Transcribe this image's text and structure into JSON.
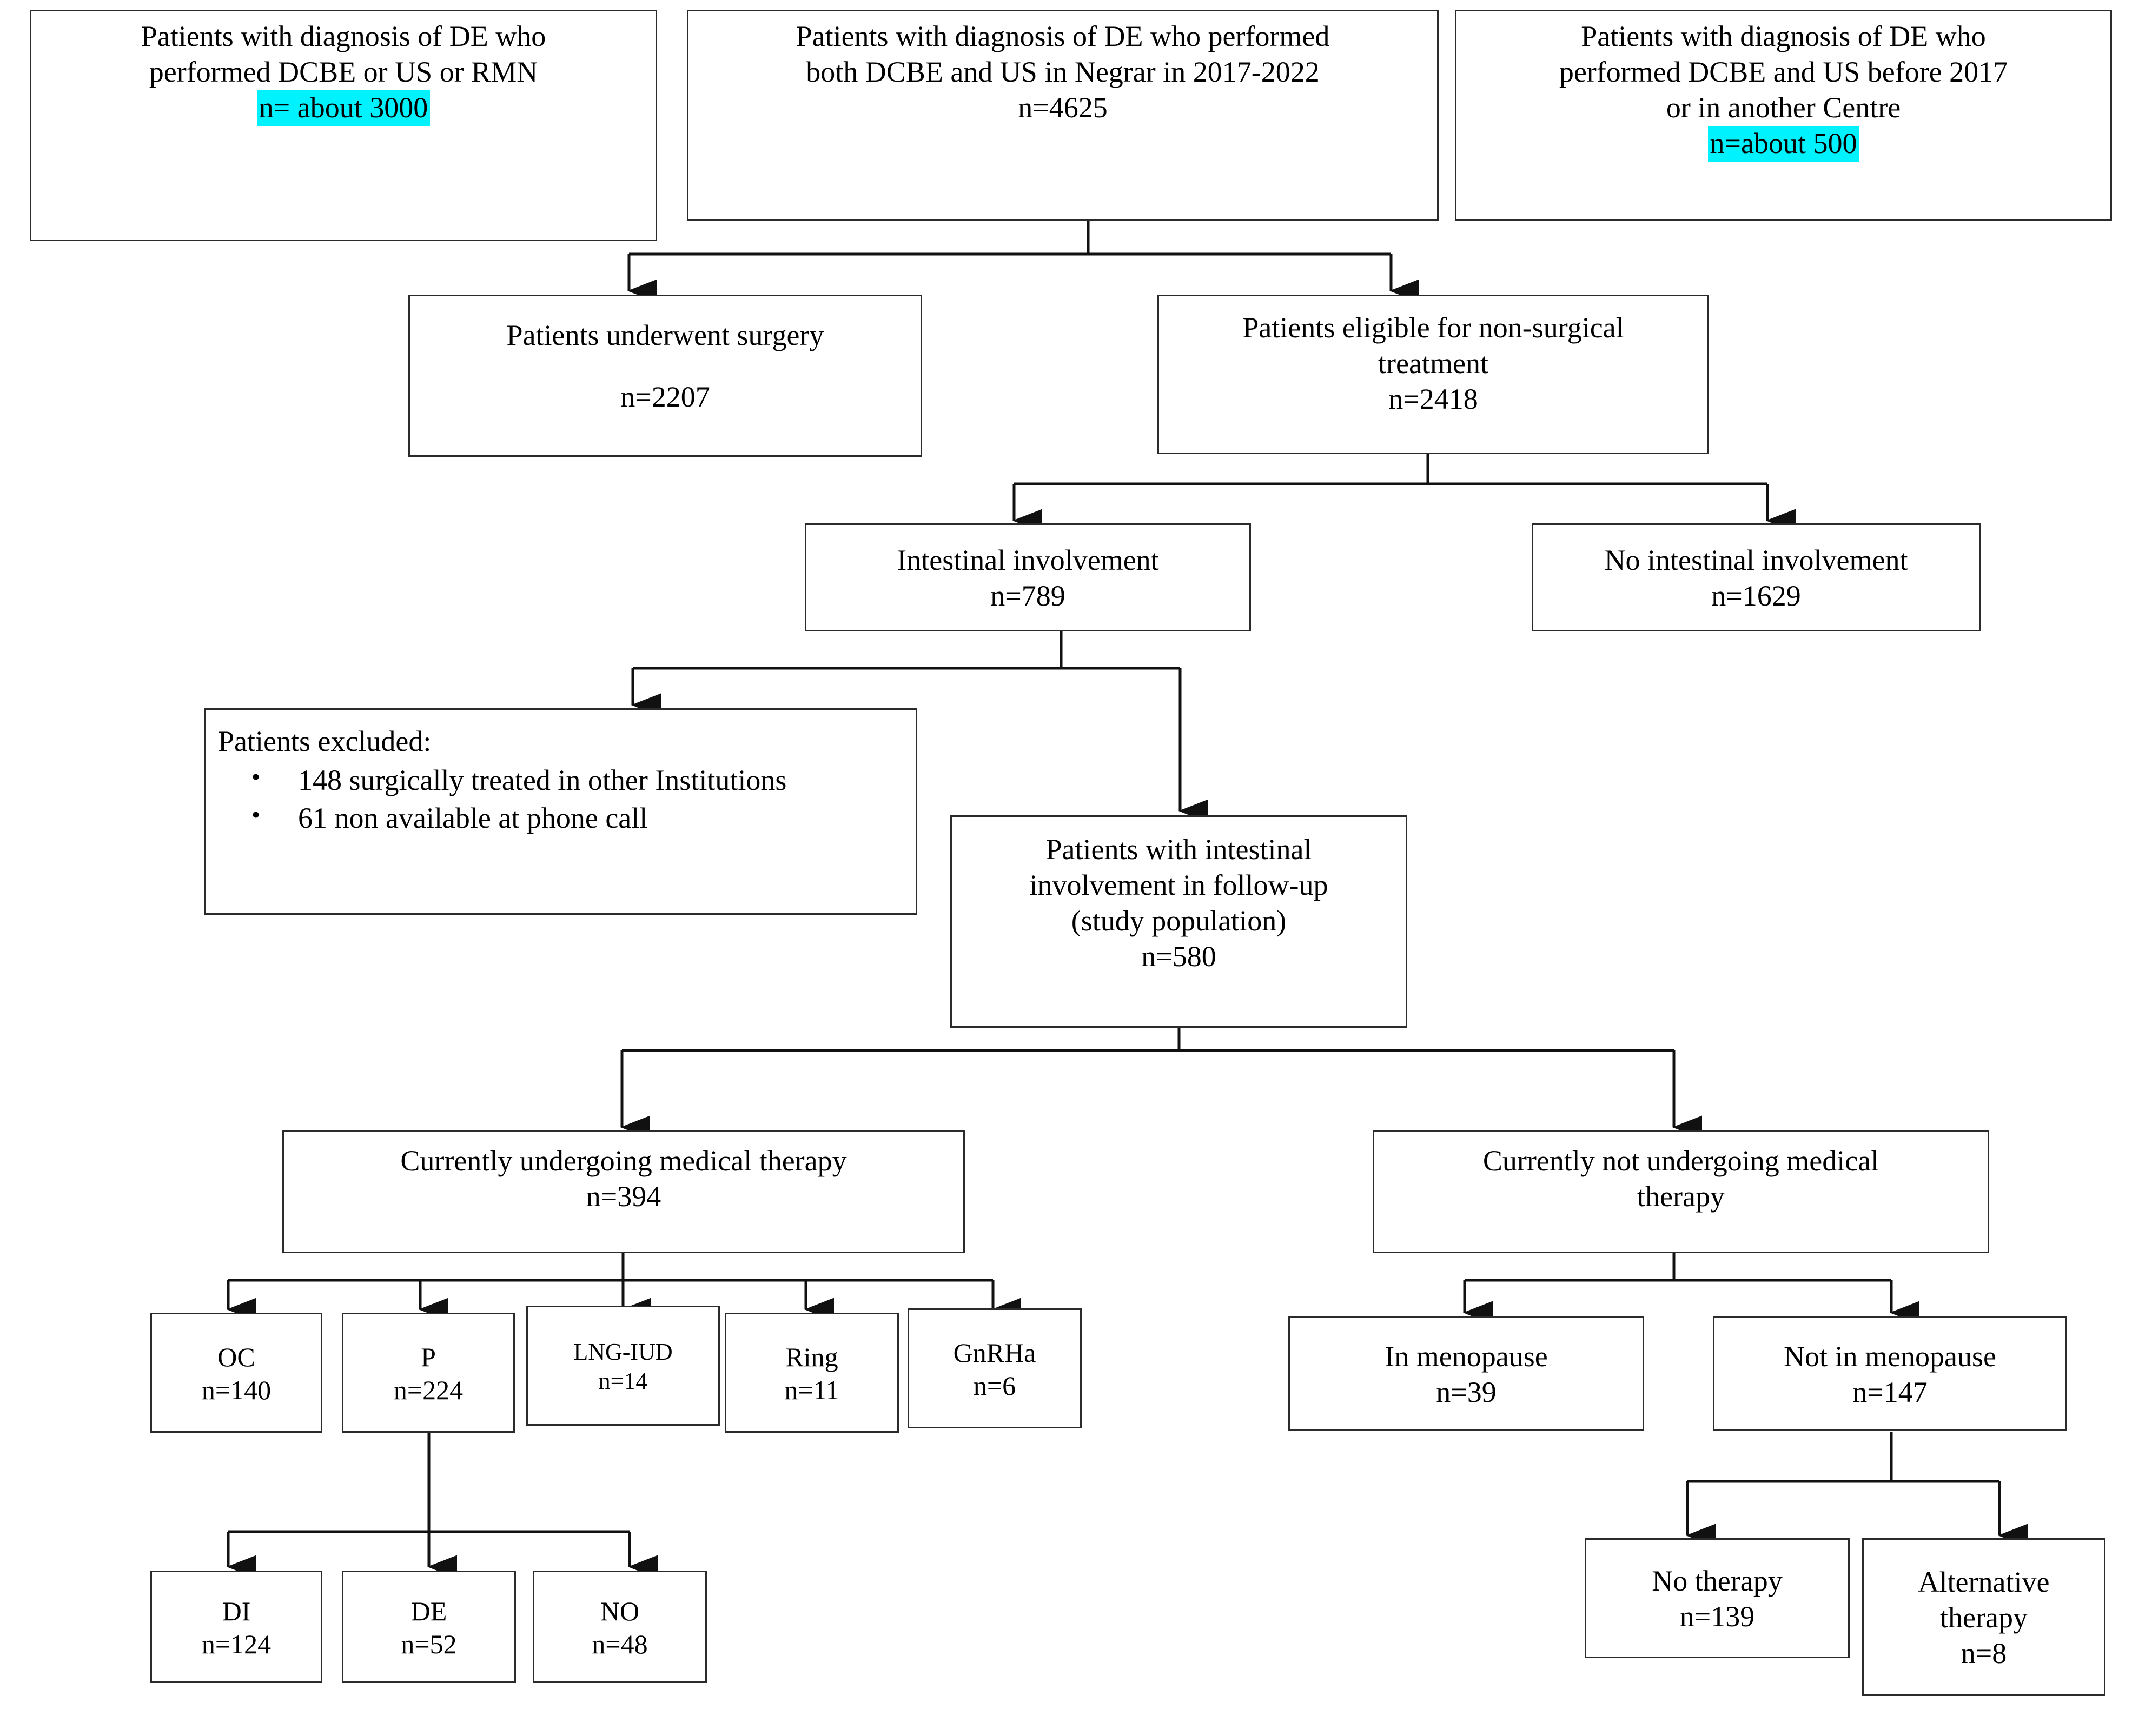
{
  "diagram": {
    "type": "flowchart",
    "title": "Patient selection flow diagram (deep endometriosis, DE)",
    "accent_highlight_color": "#00f2ff",
    "border_color": "#2b2b2b",
    "background_color": "#ffffff"
  },
  "nodes": {
    "source_any_imaging": {
      "line1": "Patients with diagnosis of DE who",
      "line2": "performed DCBE or US or RMN",
      "count_label": "n= about 3000",
      "highlighted": true
    },
    "source_both_negrar": {
      "line1": "Patients with diagnosis of DE who performed",
      "line2": "both DCBE and US in Negrar in 2017-2022",
      "count_label": "n=4625",
      "highlighted": false
    },
    "source_before_2017": {
      "line1": "Patients with diagnosis of DE who",
      "line2": "performed DCBE and US before 2017",
      "line3": "or in another Centre",
      "count_label": "n=about 500",
      "highlighted": true
    },
    "surgery": {
      "line1": "Patients underwent surgery",
      "count_label": "n=2207"
    },
    "eligible_nonsurgical": {
      "line1": "Patients eligible for non-surgical",
      "line2": "treatment",
      "count_label": "n=2418"
    },
    "intestinal_involvement": {
      "line1": "Intestinal involvement",
      "count_label": "n=789"
    },
    "no_intestinal_involvement": {
      "line1": "No intestinal involvement",
      "count_label": "n=1629"
    },
    "excluded": {
      "header": "Patients excluded:",
      "bullets": [
        "148 surgically treated in other Institutions",
        "61 non available at phone call"
      ]
    },
    "study_population": {
      "line1": "Patients with intestinal",
      "line2": "involvement in follow-up",
      "line3": "(study population)",
      "count_label": "n=580"
    },
    "on_therapy": {
      "line1": "Currently undergoing medical therapy",
      "count_label": "n=394"
    },
    "not_on_therapy": {
      "line1": "Currently not undergoing medical",
      "line2": "therapy"
    },
    "oc": {
      "line1": "OC",
      "count_label": "n=140"
    },
    "p": {
      "line1": "P",
      "count_label": "n=224"
    },
    "lng_iud": {
      "line1": "LNG-IUD",
      "count_label": "n=14"
    },
    "ring": {
      "line1": "Ring",
      "count_label": "n=11"
    },
    "gnrha": {
      "line1": "GnRHa",
      "count_label": "n=6"
    },
    "di": {
      "line1": "DI",
      "count_label": "n=124"
    },
    "de": {
      "line1": "DE",
      "count_label": "n=52"
    },
    "no": {
      "line1": "NO",
      "count_label": "n=48"
    },
    "in_menopause": {
      "line1": "In menopause",
      "count_label": "n=39"
    },
    "not_in_menopause": {
      "line1": "Not in menopause",
      "count_label": "n=147"
    },
    "no_therapy": {
      "line1": "No therapy",
      "count_label": "n=139"
    },
    "alternative_therapy": {
      "line1": "Alternative",
      "line2": "therapy",
      "count_label": "n=8"
    }
  }
}
